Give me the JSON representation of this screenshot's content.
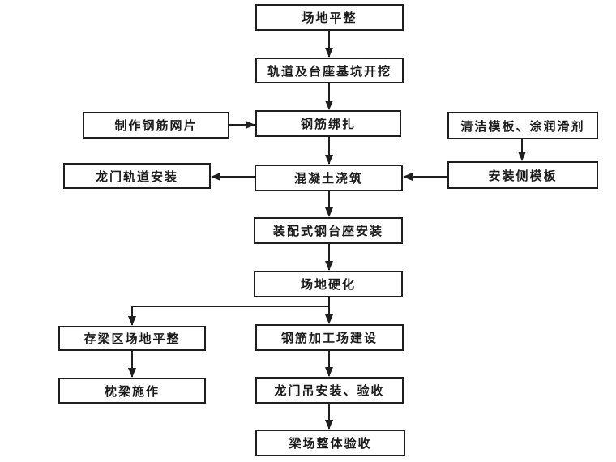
{
  "diagram": {
    "type": "flowchart",
    "direction": "top-down",
    "nodes": [
      {
        "id": "site-leveling",
        "label": "场地平整"
      },
      {
        "id": "pit-excavation",
        "label": "轨道及台座基坑开挖"
      },
      {
        "id": "rebar-mesh-fabrication",
        "label": "制作钢筋网片"
      },
      {
        "id": "rebar-binding",
        "label": "钢筋绑扎"
      },
      {
        "id": "formwork-cleaning",
        "label": "清洁模板、涂润滑剂"
      },
      {
        "id": "gantry-track-installation",
        "label": "龙门轨道安装"
      },
      {
        "id": "concrete-pouring",
        "label": "混凝土浇筑"
      },
      {
        "id": "side-formwork-installation",
        "label": "安装侧模板"
      },
      {
        "id": "steel-pedestal-installation",
        "label": "装配式钢台座安装"
      },
      {
        "id": "site-hardening",
        "label": "场地硬化"
      },
      {
        "id": "beam-storage-leveling",
        "label": "存梁区场地平整"
      },
      {
        "id": "rebar-yard-construction",
        "label": "钢筋加工场建设"
      },
      {
        "id": "sleeper-beam-construction",
        "label": "枕梁施作"
      },
      {
        "id": "gantry-crane-installation",
        "label": "龙门吊安装、验收"
      },
      {
        "id": "yard-overall-acceptance",
        "label": "梁场整体验收"
      }
    ],
    "edges": [
      {
        "from": "site-leveling",
        "to": "pit-excavation"
      },
      {
        "from": "pit-excavation",
        "to": "rebar-binding"
      },
      {
        "from": "rebar-mesh-fabrication",
        "to": "rebar-binding"
      },
      {
        "from": "rebar-binding",
        "to": "concrete-pouring"
      },
      {
        "from": "concrete-pouring",
        "to": "gantry-track-installation"
      },
      {
        "from": "formwork-cleaning",
        "to": "side-formwork-installation"
      },
      {
        "from": "side-formwork-installation",
        "to": "concrete-pouring"
      },
      {
        "from": "concrete-pouring",
        "to": "steel-pedestal-installation"
      },
      {
        "from": "steel-pedestal-installation",
        "to": "site-hardening"
      },
      {
        "from": "site-hardening",
        "to": "beam-storage-leveling"
      },
      {
        "from": "site-hardening",
        "to": "rebar-yard-construction"
      },
      {
        "from": "beam-storage-leveling",
        "to": "sleeper-beam-construction"
      },
      {
        "from": "rebar-yard-construction",
        "to": "gantry-crane-installation"
      },
      {
        "from": "gantry-crane-installation",
        "to": "yard-overall-acceptance"
      }
    ],
    "colors": {
      "background": "#ffffff",
      "box_fill": "#ffffff",
      "box_border": "#1f1f1f",
      "line": "#1f1f1f",
      "text": "#1a1a1a"
    }
  }
}
